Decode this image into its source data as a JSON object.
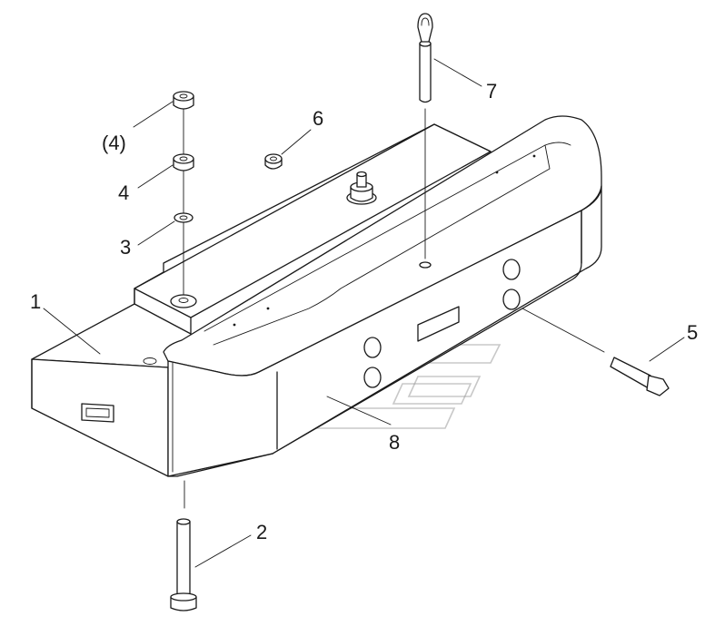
{
  "callouts": [
    {
      "id": "c1",
      "text": "1"
    },
    {
      "id": "c2",
      "text": "2"
    },
    {
      "id": "c3",
      "text": "3"
    },
    {
      "id": "c4",
      "text": "4"
    },
    {
      "id": "c4p",
      "text": "(4)"
    },
    {
      "id": "c5",
      "text": "5"
    },
    {
      "id": "c6",
      "text": "6"
    },
    {
      "id": "c7",
      "text": "7"
    },
    {
      "id": "c8",
      "text": "8"
    }
  ]
}
